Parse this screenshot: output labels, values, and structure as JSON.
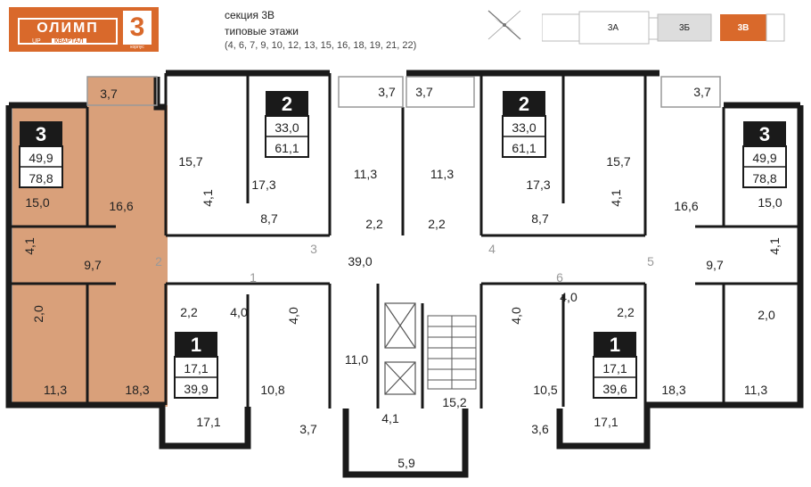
{
  "logo": {
    "name": "ОЛИМП",
    "up": "UP",
    "kvartal": "КВАРТАЛ",
    "number": "3",
    "korpus": "корпус"
  },
  "section": {
    "title": "секция 3В",
    "subtitle": "типовые этажи",
    "floors": "(4, 6, 7, 9, 10, 12, 13, 15, 16, 18, 19, 21, 22)"
  },
  "minimap": {
    "sections": [
      "3А",
      "3Б",
      "3В"
    ],
    "active": "3В",
    "active_color": "#d9692b"
  },
  "colors": {
    "highlight": "#d9a07a",
    "wall": "#1a1a1a",
    "accent": "#d9692b"
  },
  "badges": [
    {
      "rooms": "3",
      "living": "49,9",
      "total": "78,8"
    },
    {
      "rooms": "2",
      "living": "33,0",
      "total": "61,1"
    },
    {
      "rooms": "2",
      "living": "33,0",
      "total": "61,1"
    },
    {
      "rooms": "3",
      "living": "49,9",
      "total": "78,8"
    },
    {
      "rooms": "1",
      "living": "17,1",
      "total": "39,9"
    },
    {
      "rooms": "1",
      "living": "17,1",
      "total": "39,6"
    }
  ],
  "areas": [
    "3,7",
    "15,0",
    "16,6",
    "4,1",
    "9,7",
    "2,0",
    "11,3",
    "18,3",
    "15,7",
    "4,1",
    "17,3",
    "8,7",
    "3,7",
    "11,3",
    "2,2",
    "3,7",
    "11,3",
    "2,2",
    "17,3",
    "15,7",
    "8,7",
    "4,1",
    "3,7",
    "16,6",
    "15,0",
    "4,1",
    "9,7",
    "2,0",
    "11,3",
    "18,3",
    "39,0",
    "2,2",
    "4,0",
    "4,0",
    "10,8",
    "17,1",
    "3,7",
    "11,0",
    "4,1",
    "15,2",
    "5,9",
    "4,0",
    "2,2",
    "4,0",
    "10,5",
    "3,6",
    "17,1"
  ],
  "doors": [
    "2",
    "3",
    "1",
    "4",
    "5",
    "6"
  ]
}
